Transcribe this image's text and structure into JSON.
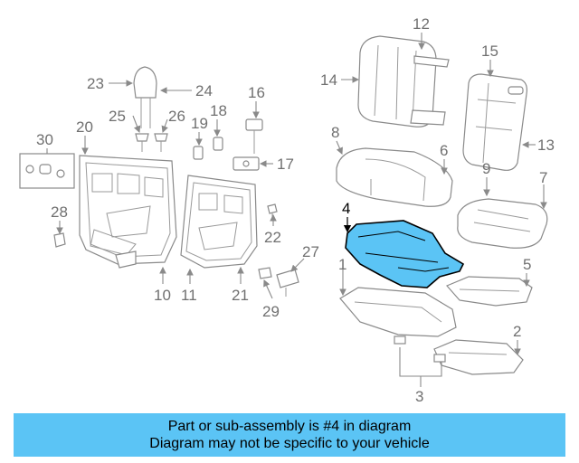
{
  "callouts": {
    "c1": "1",
    "c2": "2",
    "c3": "3",
    "c4": "4",
    "c5": "5",
    "c6": "6",
    "c7": "7",
    "c8": "8",
    "c9": "9",
    "c10": "10",
    "c11": "11",
    "c12": "12",
    "c13": "13",
    "c14": "14",
    "c15": "15",
    "c16": "16",
    "c17": "17",
    "c18": "18",
    "c19": "19",
    "c20": "20",
    "c21": "21",
    "c22": "22",
    "c23": "23",
    "c24": "24",
    "c25": "25",
    "c26": "26",
    "c27": "27",
    "c28": "28",
    "c29": "29",
    "c30": "30"
  },
  "highlight": {
    "part_number": "4",
    "color": "#5bc4f5"
  },
  "banner": {
    "line1": "Part or sub-assembly is #4 in diagram",
    "line2": "Diagram may not be specific to your vehicle",
    "background": "#5bc4f5"
  }
}
